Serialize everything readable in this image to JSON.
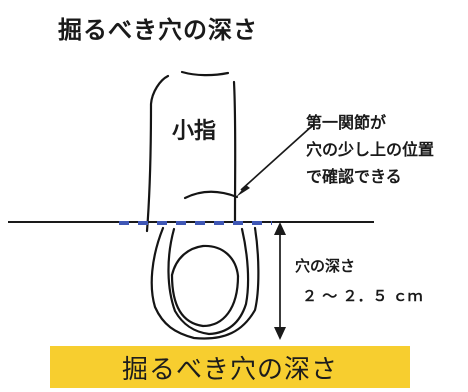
{
  "title": "掘るべき穴の深さ",
  "labels": {
    "finger": "小指",
    "callout_line1": "第一関節が",
    "callout_line2": "穴の少し上の位置",
    "callout_line3": "で確認できる",
    "depth_label": "穴の深さ",
    "depth_value": "２ ～ ２．５ ｃｍ"
  },
  "caption": "掘るべき穴の深さ",
  "colors": {
    "caption_background": "#f7ce2f",
    "ground_line": "#1a1a1a",
    "finger_joint_marker": "#3f57b5"
  }
}
